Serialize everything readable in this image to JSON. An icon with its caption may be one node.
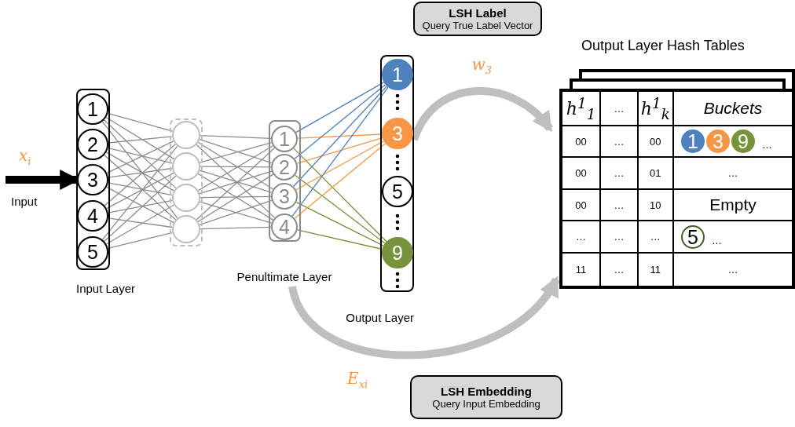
{
  "diagram": {
    "nodes": [
      {
        "text": [],
        "shape": "box",
        "beside": [
          "Input Layer"
        ]
      },
      {
        "text": [
          "1"
        ],
        "in": 0
      },
      {
        "text": [
          "2"
        ],
        "in": 0
      },
      {
        "text": [
          "3"
        ],
        "in": 0
      },
      {
        "text": [
          "4"
        ],
        "in": 0
      },
      {
        "text": [
          "5"
        ],
        "in": 0
      },
      {
        "text": [],
        "shape": "box"
      },
      {
        "text": [],
        "shape": "circle",
        "in": 6
      },
      {
        "text": [],
        "shape": "circle",
        "in": 6
      },
      {
        "text": [],
        "shape": "circle",
        "in": 6
      },
      {
        "text": [],
        "shape": "circle",
        "in": 6
      },
      {
        "text": [],
        "shape": "box",
        "beside": [
          "Penultimate Layer"
        ]
      },
      {
        "text": [
          "1"
        ],
        "in": 11
      },
      {
        "text": [
          "2"
        ],
        "in": 11
      },
      {
        "text": [
          "3"
        ],
        "in": 11
      },
      {
        "text": [
          "4"
        ],
        "in": 11
      },
      {
        "text": [],
        "shape": "box",
        "beside": [
          "Output Layer"
        ]
      },
      {
        "text": [
          "1"
        ],
        "in": 16
      },
      {
        "text": [
          "3"
        ],
        "in": 16
      },
      {
        "text": [
          "5"
        ],
        "in": 16
      },
      {
        "text": [
          "9"
        ],
        "in": 16
      },
      {
        "text": [
          "Output Layer Hash Tables"
        ]
      },
      {
        "text": [
          "LSH Label",
          "Query True Label Vector"
        ]
      },
      {
        "text": [
          "LSH Embedding",
          "Query Input Embedding"
        ]
      }
    ],
    "edges": [
      {
        "from": null,
        "to": 0,
        "arrow": "to",
        "label": "x$_{i}$",
        "style": "thick",
        "color": "#000000"
      },
      {
        "from": 1,
        "to": 7,
        "arrow": "none"
      },
      {
        "from": 1,
        "to": 8,
        "arrow": "none"
      },
      {
        "from": 1,
        "to": 9,
        "arrow": "none"
      },
      {
        "from": 1,
        "to": 10,
        "arrow": "none"
      },
      {
        "from": 2,
        "to": 7,
        "arrow": "none"
      },
      {
        "from": 2,
        "to": 8,
        "arrow": "none"
      },
      {
        "from": 2,
        "to": 9,
        "arrow": "none"
      },
      {
        "from": 2,
        "to": 10,
        "arrow": "none"
      },
      {
        "from": 3,
        "to": 7,
        "arrow": "none"
      },
      {
        "from": 3,
        "to": 8,
        "arrow": "none"
      },
      {
        "from": 3,
        "to": 9,
        "arrow": "none"
      },
      {
        "from": 3,
        "to": 10,
        "arrow": "none"
      },
      {
        "from": 4,
        "to": 7,
        "arrow": "none"
      },
      {
        "from": 4,
        "to": 8,
        "arrow": "none"
      },
      {
        "from": 4,
        "to": 9,
        "arrow": "none"
      },
      {
        "from": 4,
        "to": 10,
        "arrow": "none"
      },
      {
        "from": 5,
        "to": 7,
        "arrow": "none"
      },
      {
        "from": 5,
        "to": 8,
        "arrow": "none"
      },
      {
        "from": 5,
        "to": 9,
        "arrow": "none"
      },
      {
        "from": 5,
        "to": 10,
        "arrow": "none"
      },
      {
        "from": 7,
        "to": 12,
        "arrow": "none"
      },
      {
        "from": 7,
        "to": 13,
        "arrow": "none"
      },
      {
        "from": 7,
        "to": 14,
        "arrow": "none"
      },
      {
        "from": 7,
        "to": 15,
        "arrow": "none"
      },
      {
        "from": 8,
        "to": 12,
        "arrow": "none"
      },
      {
        "from": 8,
        "to": 13,
        "arrow": "none"
      },
      {
        "from": 8,
        "to": 14,
        "arrow": "none"
      },
      {
        "from": 8,
        "to": 15,
        "arrow": "none"
      },
      {
        "from": 9,
        "to": 12,
        "arrow": "none"
      },
      {
        "from": 9,
        "to": 13,
        "arrow": "none"
      },
      {
        "from": 9,
        "to": 14,
        "arrow": "none"
      },
      {
        "from": 9,
        "to": 15,
        "arrow": "none"
      },
      {
        "from": 10,
        "to": 12,
        "arrow": "none"
      },
      {
        "from": 10,
        "to": 13,
        "arrow": "none"
      },
      {
        "from": 10,
        "to": 14,
        "arrow": "none"
      },
      {
        "from": 10,
        "to": 15,
        "arrow": "none"
      },
      {
        "from": 12,
        "to": 17,
        "arrow": "none",
        "color": "#4f81bd"
      },
      {
        "from": 12,
        "to": 18,
        "arrow": "none",
        "color": "#f79646"
      },
      {
        "from": 12,
        "to": 20,
        "arrow": "none",
        "color": "#77933c"
      },
      {
        "from": 13,
        "to": 17,
        "arrow": "none",
        "color": "#4f81bd"
      },
      {
        "from": 13,
        "to": 18,
        "arrow": "none",
        "color": "#f79646"
      },
      {
        "from": 13,
        "to": 20,
        "arrow": "none",
        "color": "#77933c"
      },
      {
        "from": 14,
        "to": 17,
        "arrow": "none",
        "color": "#4f81bd"
      },
      {
        "from": 14,
        "to": 18,
        "arrow": "none",
        "color": "#f79646"
      },
      {
        "from": 14,
        "to": 20,
        "arrow": "none",
        "color": "#77933c"
      },
      {
        "from": 15,
        "to": 17,
        "arrow": "none",
        "color": "#4f81bd"
      },
      {
        "from": 15,
        "to": 18,
        "arrow": "none",
        "color": "#f79646"
      },
      {
        "from": 15,
        "to": 20,
        "arrow": "none",
        "color": "#77933c"
      },
      {
        "from": 16,
        "to": 21,
        "arrow": "to",
        "label": "w$_{3}$",
        "style": "thick",
        "color": "#bfbfbf"
      },
      {
        "from": 11,
        "to": 21,
        "arrow": "to",
        "label": "E$_{x}$$_{i}$",
        "style": "thick",
        "color": "#bfbfbf"
      }
    ],
    "labels": [
      "Input",
      "h$^{1}$$_{1}$",
      "…",
      "h$^{1}$$_{k}$",
      "Buckets",
      "00",
      "…",
      "00",
      "1",
      "3",
      "9",
      "…",
      "00",
      "…",
      "01",
      "…",
      "00",
      "…",
      "10",
      "Empty",
      "…",
      "…",
      "…",
      "5",
      "…",
      "11",
      "…",
      "11",
      "…"
    ]
  }
}
